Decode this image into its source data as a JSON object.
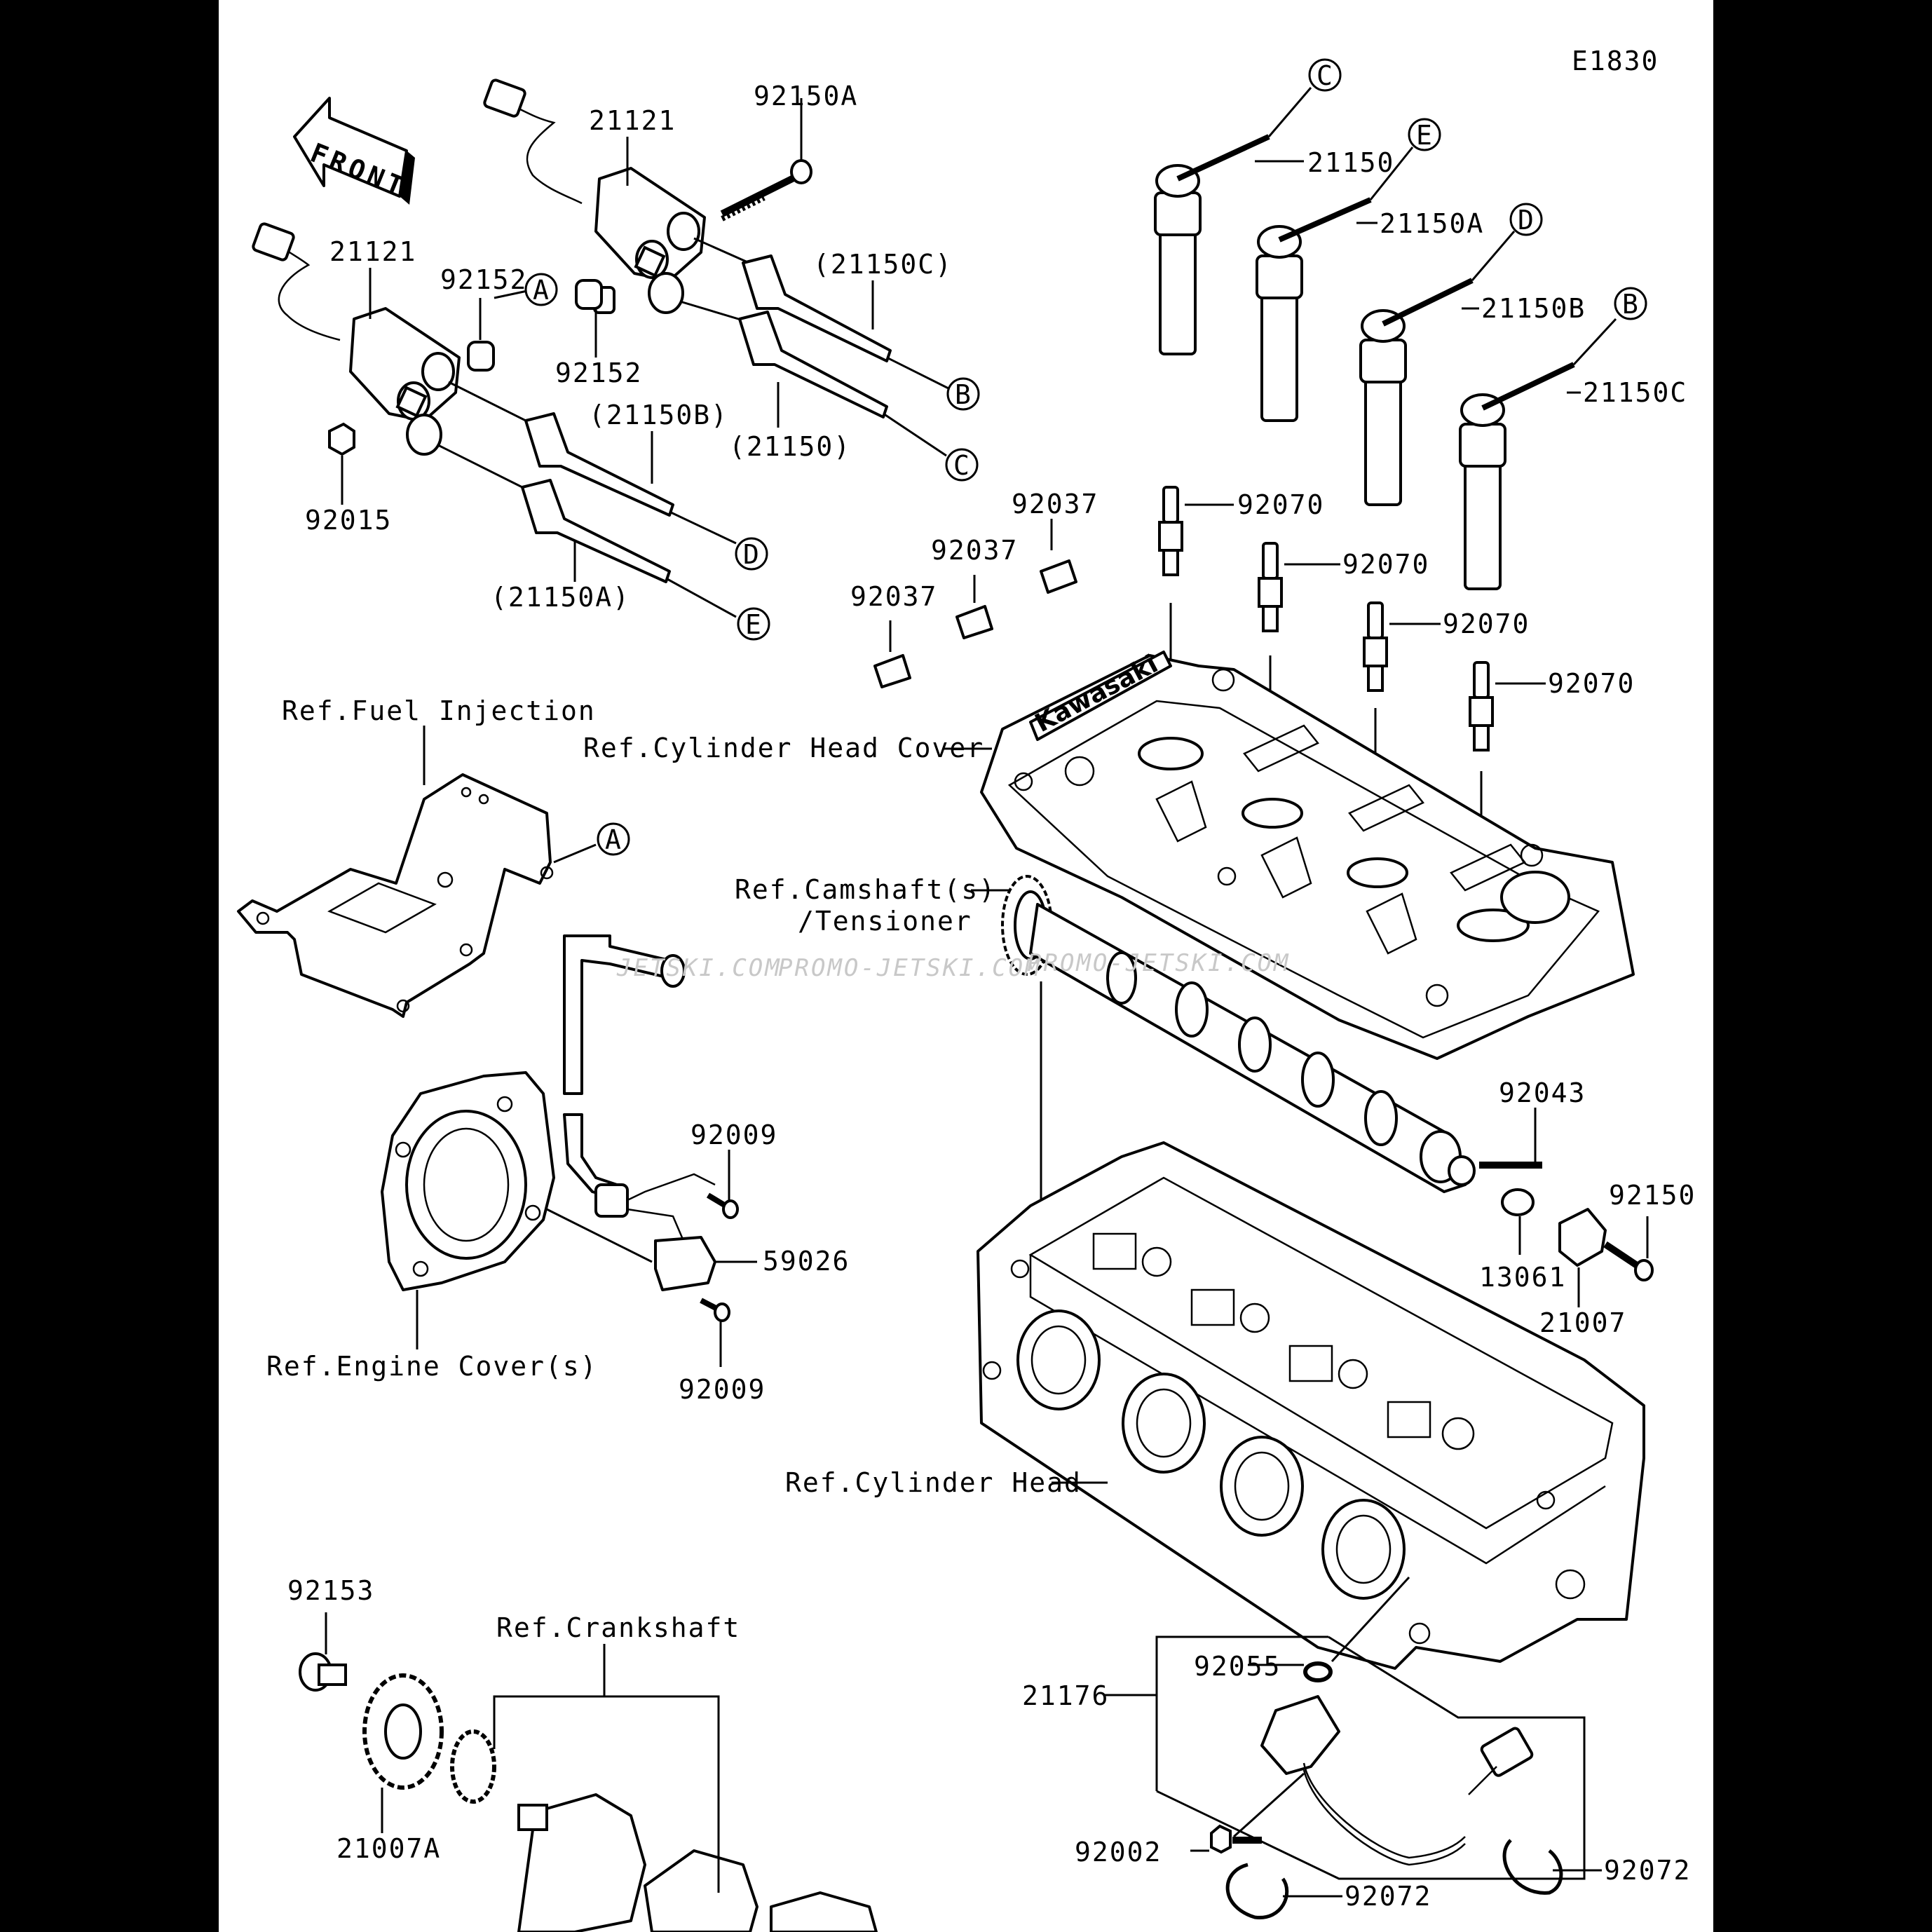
{
  "diagram_code": "E1830",
  "front_label": "FRONT",
  "brand_logo": "Kawasaki",
  "watermarks": [
    "JETSKI.COM",
    "PROMO-JETSKI.COM",
    "PROMO-JETSKI.COM"
  ],
  "part_labels": {
    "p21121a": "21121",
    "p21121b": "21121",
    "p92150A": "92150A",
    "p21150C_p": "(21150C)",
    "p21150_p": "(21150)",
    "p21150B_p": "(21150B)",
    "p21150A_p": "(21150A)",
    "p92152a": "92152",
    "p92152b": "92152",
    "p92015": "92015",
    "p21150": "21150",
    "p21150A": "21150A",
    "p21150B": "21150B",
    "p21150C": "21150C",
    "p92037a": "92037",
    "p92037b": "92037",
    "p92037c": "92037",
    "p92070a": "92070",
    "p92070b": "92070",
    "p92070c": "92070",
    "p92070d": "92070",
    "p92043": "92043",
    "p92150": "92150",
    "p13061": "13061",
    "p21007": "21007",
    "p92009a": "92009",
    "p92009b": "92009",
    "p59026": "59026",
    "p92153": "92153",
    "p21007A": "21007A",
    "p21176": "21176",
    "p92055": "92055",
    "p92002": "92002",
    "p92072a": "92072",
    "p92072b": "92072"
  },
  "ref_labels": {
    "fuel": "Ref.Fuel Injection",
    "head_cover": "Ref.Cylinder Head Cover",
    "camshaft": "Ref.Camshaft(s)",
    "tensioner": "/Tensioner",
    "engine_cover": "Ref.Engine Cover(s)",
    "cyl_head": "Ref.Cylinder Head",
    "crankshaft": "Ref.Crankshaft"
  },
  "connectors": {
    "A1": "A",
    "A2": "A",
    "B1": "B",
    "B2": "B",
    "C1": "C",
    "C2": "C",
    "D1": "D",
    "D2": "D",
    "E1": "E",
    "E2": "E"
  }
}
